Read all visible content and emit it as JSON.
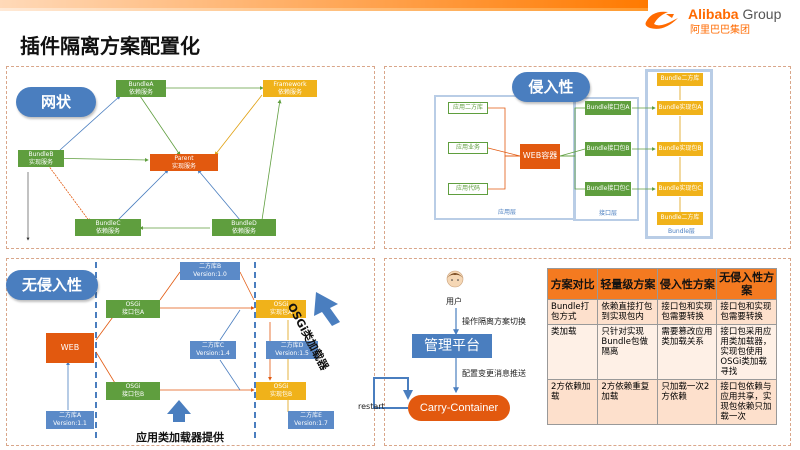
{
  "brand": {
    "name": "Alibaba",
    "suffix": " Group",
    "cn": "阿里巴巴集团",
    "color": "#ff6a00"
  },
  "title": "插件隔离方案配置化",
  "q1": {
    "pill": "网状",
    "nodes": {
      "b_a": [
        "BundleA",
        "依赖服务"
      ],
      "fw": [
        "Framework",
        "依赖服务"
      ],
      "parent": [
        "Parent",
        "实现服务"
      ],
      "b_b": [
        "BundleB",
        "实现服务"
      ],
      "b_c": [
        "BundleC",
        "依赖服务"
      ],
      "b_d": [
        "BundleD",
        "依赖服务"
      ]
    }
  },
  "q2": {
    "pill": "侵入性",
    "apps": [
      "应用二方库",
      "应用业务",
      "应用代码"
    ],
    "web": "WEB容器",
    "interfaces": [
      "Bundle接口包A",
      "Bundle接口包B",
      "Bundle接口包C"
    ],
    "impls": [
      "Bundle二方库",
      "Bundle实现包A",
      "Bundle实现包B",
      "Bundle实现包C",
      "Bundle二方库"
    ],
    "app_area": "应用层",
    "iface_area": "接口层",
    "bundle_area": "Bundle层"
  },
  "q3": {
    "pill": "无侵入性",
    "web": "WEB",
    "lib_b": [
      "二方库B",
      "Version:1.0"
    ],
    "osgi_ia": [
      "OSGi",
      "接口包A"
    ],
    "osgi_ib": [
      "OSGi",
      "接口包B"
    ],
    "osgi_sa": [
      "OSGi",
      "实现包A"
    ],
    "osgi_sb": [
      "OSGi",
      "实现包B"
    ],
    "lib_c": [
      "二方库C",
      "Version:1.4"
    ],
    "lib_d": [
      "二方库D",
      "Version:1.5"
    ],
    "lib_a": [
      "二方库A",
      "Version:1.1"
    ],
    "lib_e": [
      "二方库E",
      "Version:1.7"
    ],
    "arrow_bottom": "应用类加载器提供",
    "arrow_right": "OSGi类加载器"
  },
  "q4": {
    "user": "用户",
    "switch_label": "操作隔离方案切换",
    "platform": "管理平台",
    "push_label": "配置变更消息推送",
    "restart": "restart",
    "container": "Carry-Container",
    "table": {
      "headers": [
        "方案对比",
        "轻量级方案",
        "侵入性方案",
        "无侵入性方案"
      ],
      "rows": [
        [
          "Bundle打包方式",
          "依赖直接打包到实现包内",
          "接口包和实现包需要转换",
          "接口包和实现包需要转换"
        ],
        [
          "类加载",
          "只针对实现Bundle包做隔离",
          "需要篡改应用类加载关系",
          "接口包采用应用类加载器，实现包使用OSGi类加载寻找"
        ],
        [
          "2方依赖加载",
          "2方依赖重复加载",
          "只加载一次2方依赖",
          "接口包依赖与应用共享，实现包依赖只加载一次"
        ]
      ]
    }
  }
}
